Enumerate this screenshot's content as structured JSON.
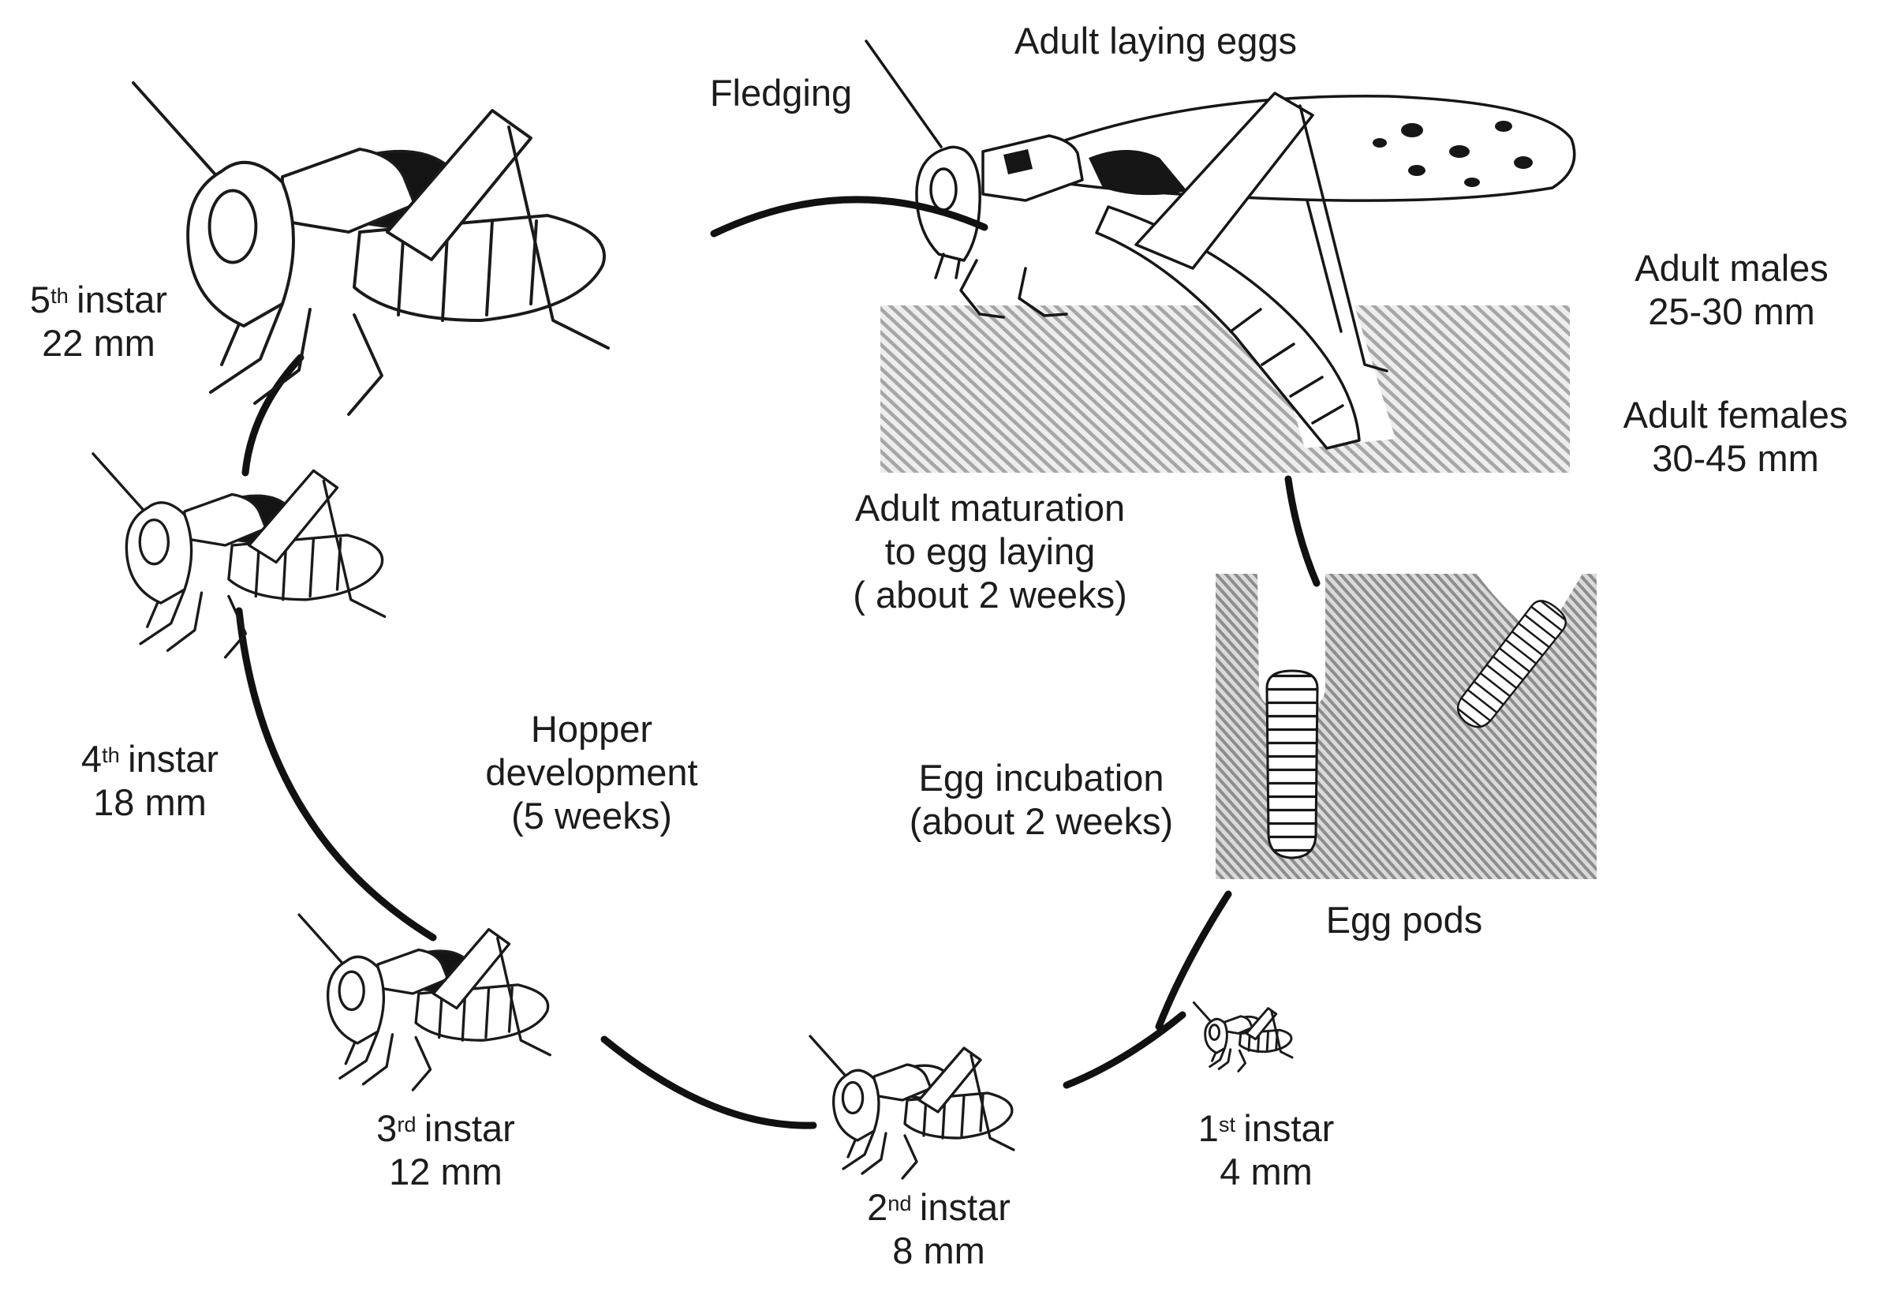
{
  "labels": {
    "fledging": "Fledging",
    "adult_laying_eggs": "Adult laying eggs",
    "adult_males": [
      "Adult males",
      "25-30 mm"
    ],
    "adult_females": [
      "Adult females",
      "30-45 mm"
    ],
    "adult_maturation": [
      "Adult maturation",
      "to egg laying",
      "( about 2 weeks)"
    ],
    "egg_incubation": [
      "Egg incubation",
      "(about 2 weeks)"
    ],
    "egg_pods": "Egg pods",
    "hopper_development": [
      "Hopper",
      "development",
      "(5 weeks)"
    ]
  },
  "stages": [
    {
      "ordinal": "1",
      "suffix": "st",
      "noun": "instar",
      "size": "4 mm"
    },
    {
      "ordinal": "2",
      "suffix": "nd",
      "noun": "instar",
      "size": "8 mm"
    },
    {
      "ordinal": "3",
      "suffix": "rd",
      "noun": "instar",
      "size": "12 mm"
    },
    {
      "ordinal": "4",
      "suffix": "th",
      "noun": "instar",
      "size": "18 mm"
    },
    {
      "ordinal": "5",
      "suffix": "th",
      "noun": "instar",
      "size": "22 mm"
    }
  ],
  "colors": {
    "ink": "#1a1a1a",
    "background": "#ffffff",
    "soil_light": "#ededed",
    "soil_stripe_light": "#a6a6a6",
    "soil_dark": "#dadada",
    "soil_stripe_dark": "#8d8d8d"
  }
}
